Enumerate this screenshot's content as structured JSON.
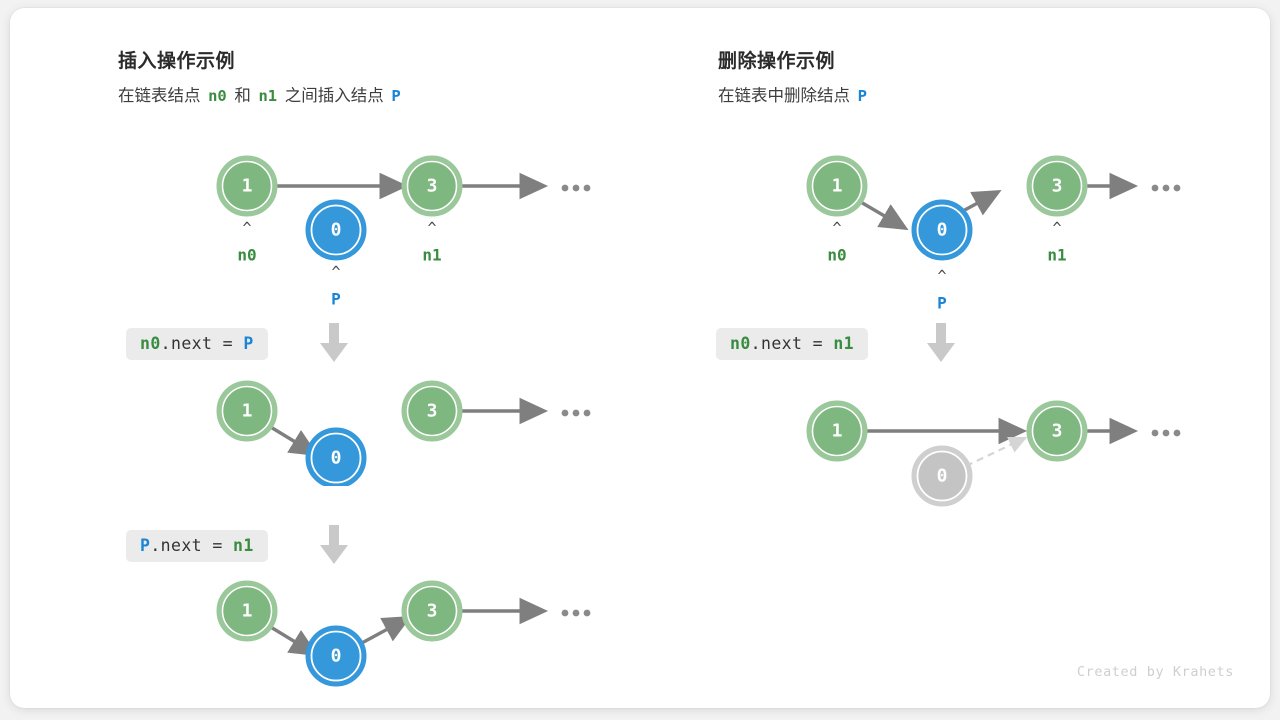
{
  "credit": "Created by Krahets",
  "colors": {
    "node_green_fill": "#7fb780",
    "node_green_ring": "#9bc89b",
    "node_blue_fill": "#3498db",
    "node_blue_ring": "#3498db",
    "node_gray_fill": "#c4c4c4",
    "node_gray_ring": "#c4c4c4",
    "arrow": "#7f7f7f",
    "arrow_dashed": "#d0d0d0",
    "badge_bg": "#ebebeb",
    "label_green": "#3a8c41",
    "label_blue": "#1a84d6",
    "card_bg": "#ffffff",
    "page_bg": "#f2f2f2"
  },
  "columns": [
    {
      "id": "insert",
      "title": "插入操作示例",
      "subtitle": {
        "parts": [
          {
            "text": "在链表结点",
            "kind": "text"
          },
          {
            "text": "n0",
            "kind": "green"
          },
          {
            "text": "和",
            "kind": "text"
          },
          {
            "text": "n1",
            "kind": "green"
          },
          {
            "text": "之间插入结点",
            "kind": "text"
          },
          {
            "text": "P",
            "kind": "blue"
          }
        ]
      },
      "steps": [
        {
          "code": null,
          "nodes": [
            {
              "value": "1",
              "color": "green",
              "pointer": "n0",
              "pointer_color": "green"
            },
            {
              "value": "0",
              "color": "blue",
              "pointer": "P",
              "pointer_color": "blue"
            },
            {
              "value": "3",
              "color": "green",
              "pointer": "n1",
              "pointer_color": "green"
            }
          ],
          "tail_dots": true
        },
        {
          "code": {
            "parts": [
              {
                "text": "n0",
                "kind": "green"
              },
              {
                "text": ".next = ",
                "kind": "text"
              },
              {
                "text": "P",
                "kind": "blue"
              }
            ]
          },
          "nodes": [
            {
              "value": "1",
              "color": "green",
              "pointer": null,
              "pointer_color": null
            },
            {
              "value": "0",
              "color": "blue",
              "pointer": null,
              "pointer_color": null
            },
            {
              "value": "3",
              "color": "green",
              "pointer": null,
              "pointer_color": null
            }
          ],
          "tail_dots": true
        },
        {
          "code": {
            "parts": [
              {
                "text": "P",
                "kind": "blue"
              },
              {
                "text": ".next = ",
                "kind": "text"
              },
              {
                "text": "n1",
                "kind": "green"
              }
            ]
          },
          "nodes": [
            {
              "value": "1",
              "color": "green",
              "pointer": null,
              "pointer_color": null
            },
            {
              "value": "0",
              "color": "blue",
              "pointer": null,
              "pointer_color": null
            },
            {
              "value": "3",
              "color": "green",
              "pointer": null,
              "pointer_color": null
            }
          ],
          "tail_dots": true
        }
      ]
    },
    {
      "id": "remove",
      "title": "删除操作示例",
      "subtitle": {
        "parts": [
          {
            "text": "在链表中删除结点",
            "kind": "text"
          },
          {
            "text": "P",
            "kind": "blue"
          }
        ]
      },
      "steps": [
        {
          "code": null,
          "nodes": [
            {
              "value": "1",
              "color": "green",
              "pointer": "n0",
              "pointer_color": "green"
            },
            {
              "value": "0",
              "color": "blue",
              "pointer": "P",
              "pointer_color": "blue"
            },
            {
              "value": "3",
              "color": "green",
              "pointer": "n1",
              "pointer_color": "green"
            }
          ],
          "tail_dots": true
        },
        {
          "code": {
            "parts": [
              {
                "text": "n0",
                "kind": "green"
              },
              {
                "text": ".next = ",
                "kind": "text"
              },
              {
                "text": "n1",
                "kind": "green"
              }
            ]
          },
          "nodes": [
            {
              "value": "1",
              "color": "green",
              "pointer": null,
              "pointer_color": null
            },
            {
              "value": "0",
              "color": "gray",
              "pointer": null,
              "pointer_color": null
            },
            {
              "value": "3",
              "color": "green",
              "pointer": null,
              "pointer_color": null
            }
          ],
          "tail_dots": true
        }
      ]
    }
  ]
}
